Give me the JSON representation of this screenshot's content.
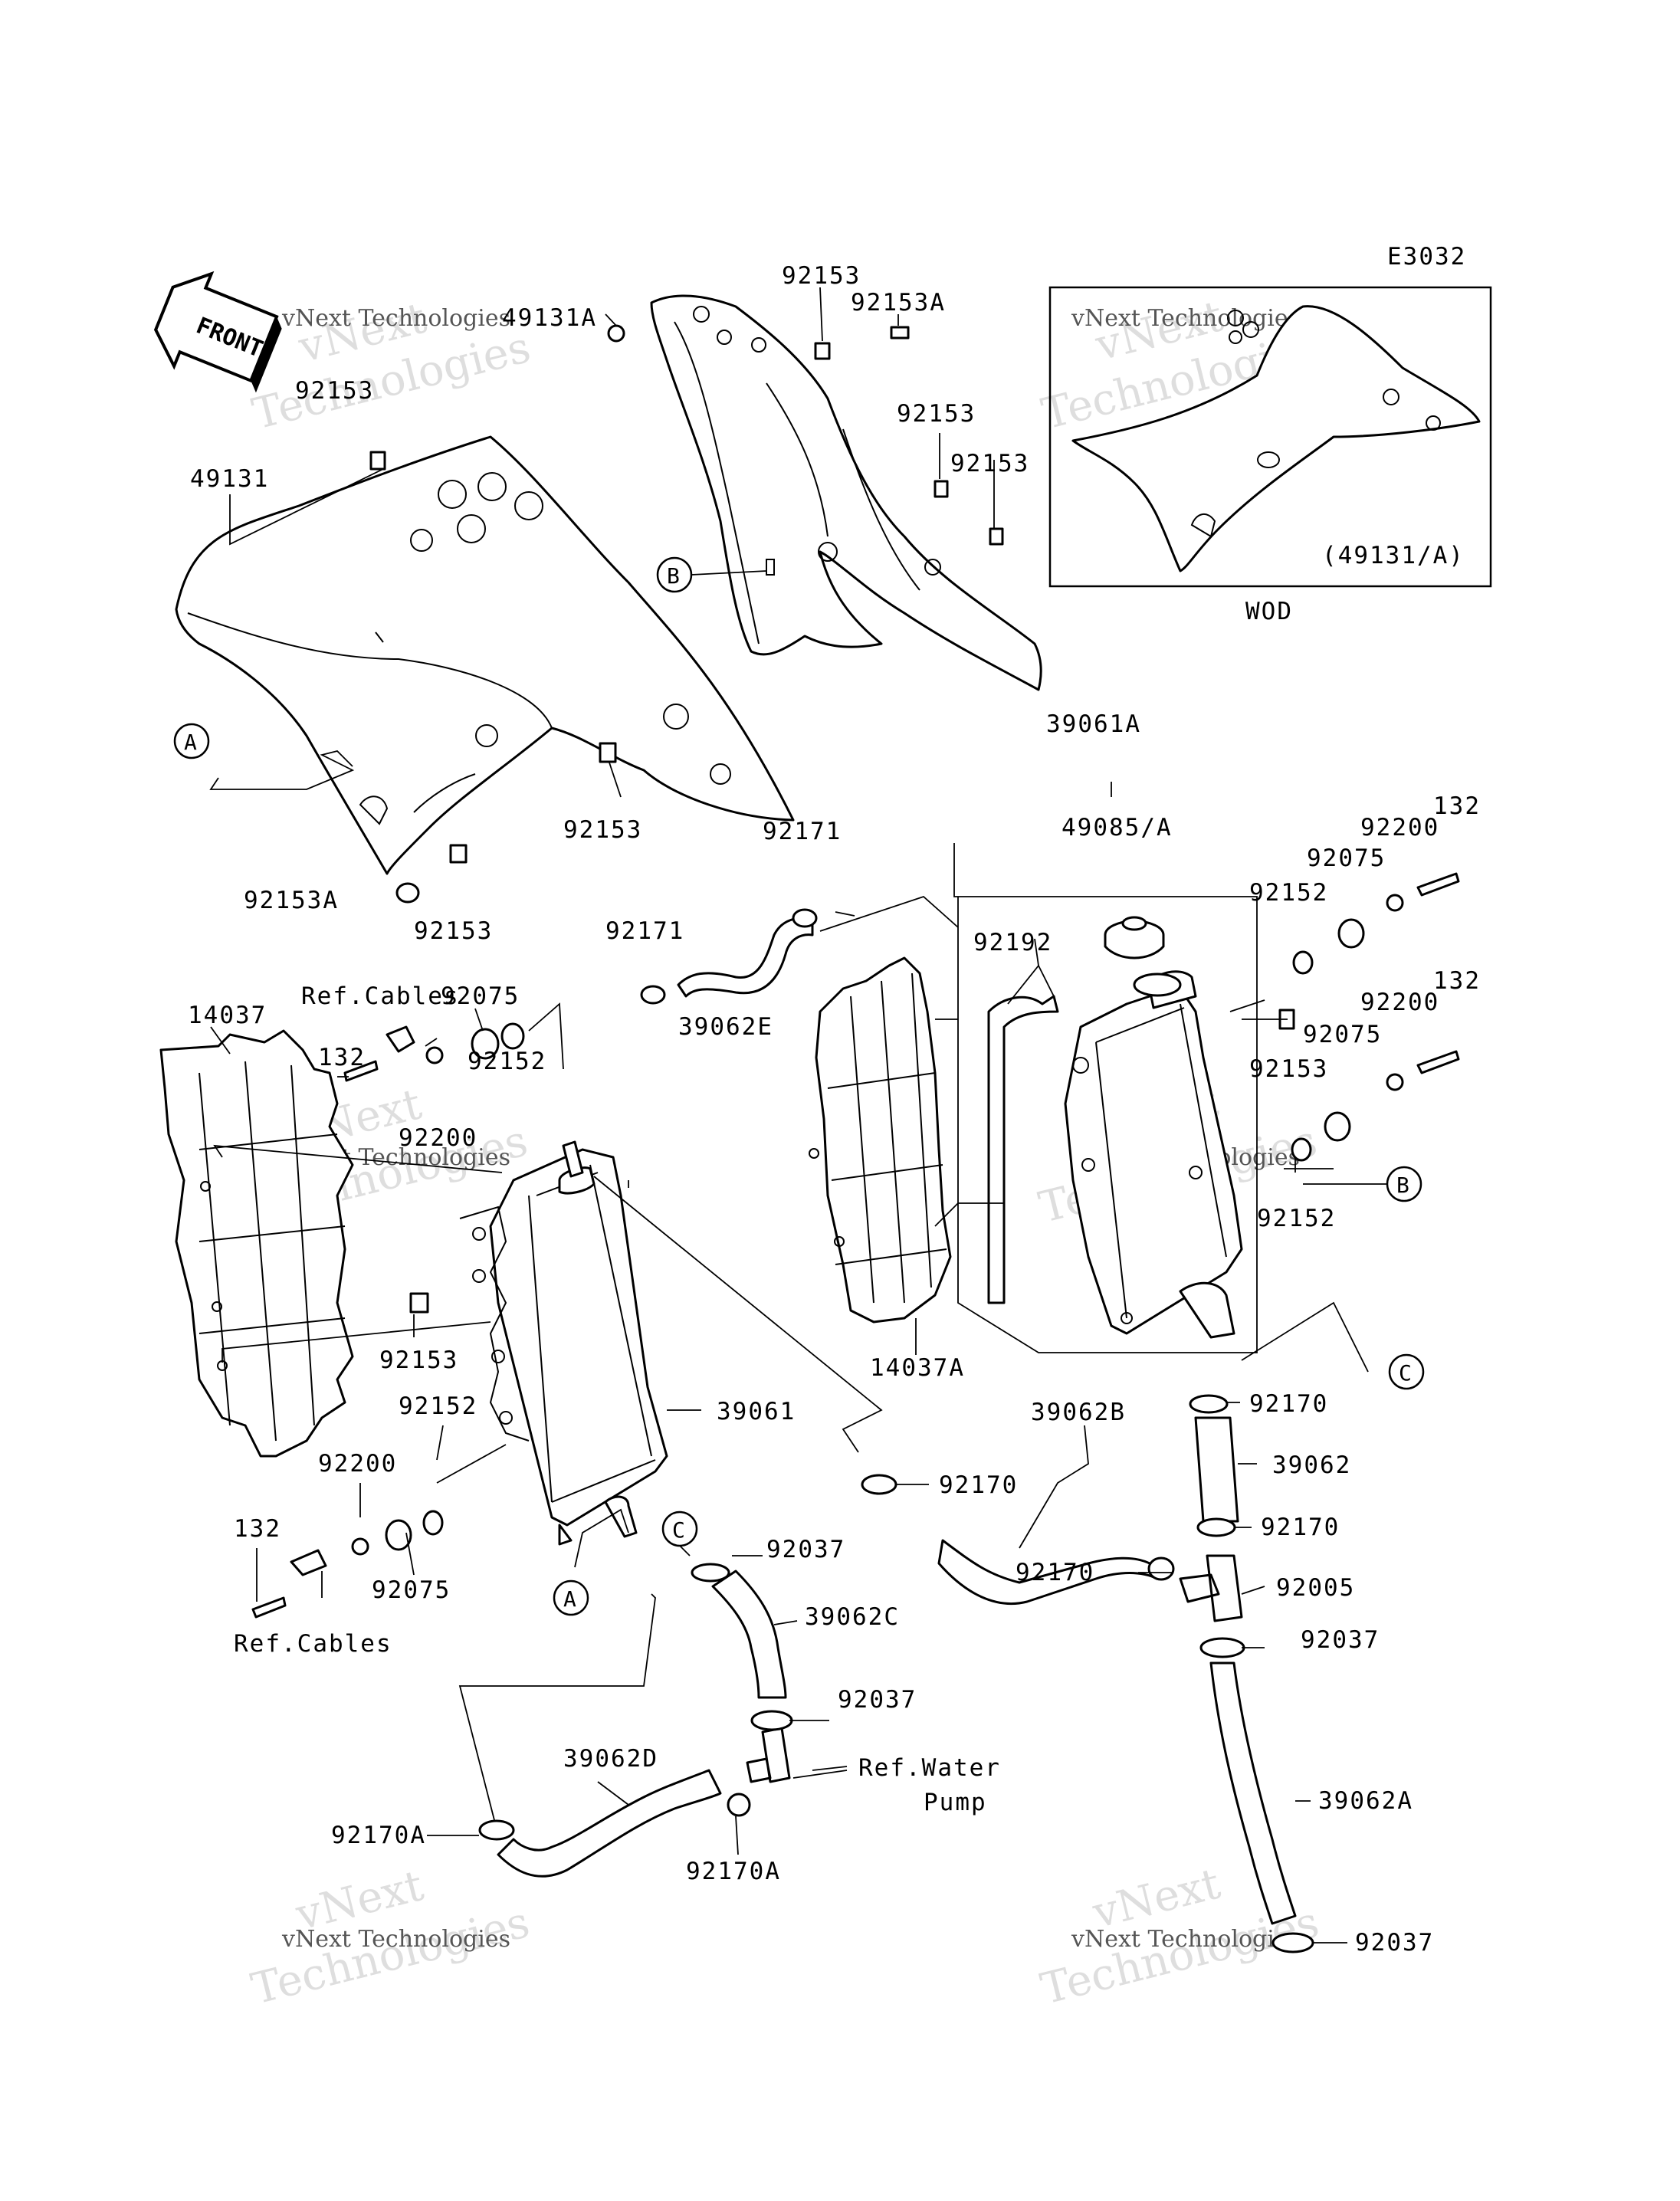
{
  "diagram": {
    "code": "E3032",
    "front_badge": "FRONT",
    "inset_caption": "(49131/A)",
    "inset_label": "WOD",
    "watermark_line1": "vNext",
    "watermark_line2": "Technologies",
    "watermark_small": "vNext Technologies"
  },
  "labels": {
    "p_49131A": "49131A",
    "p_92153_a": "92153",
    "p_92153A_a": "92153A",
    "p_92153_b": "92153",
    "p_92153_c": "92153",
    "p_92153_d": "92153",
    "p_49131": "49131",
    "p_92153_e": "92153",
    "p_92153A_b": "92153A",
    "p_92153_f": "92153",
    "p_39061A": "39061A",
    "p_49085A": "49085/A",
    "p_92171_a": "92171",
    "p_92171_b": "92171",
    "p_92192": "92192",
    "p_39062E": "39062E",
    "p_132_a": "132",
    "p_92200_a": "92200",
    "p_92075_a": "92075",
    "p_92152_a": "92152",
    "p_132_b": "132",
    "p_92200_b": "92200",
    "p_92075_b": "92075",
    "p_92153_g": "92153",
    "p_92152_b": "92152",
    "p_14037": "14037",
    "p_refcables_a": "Ref.Cables",
    "p_92075_c": "92075",
    "p_132_c": "132",
    "p_92152_c": "92152",
    "p_92200_c": "92200",
    "p_92153_h": "92153",
    "p_14037A": "14037A",
    "p_92152_d": "92152",
    "p_39061": "39061",
    "p_92200_d": "92200",
    "p_92075_d": "92075",
    "p_132_d": "132",
    "p_refcables_b": "Ref.Cables",
    "p_92170_a": "92170",
    "p_39062B": "39062B",
    "p_39062": "39062",
    "p_92170_b": "92170",
    "p_92170_c": "92170",
    "p_92170_d": "92170",
    "p_92005": "92005",
    "p_92037_a": "92037",
    "p_39062C": "39062C",
    "p_92037_b": "92037",
    "p_92037_c": "92037",
    "p_39062D": "39062D",
    "p_refwater_1": "Ref.Water",
    "p_refwater_2": "Pump",
    "p_92170A_a": "92170A",
    "p_92170A_b": "92170A",
    "p_39062A": "39062A",
    "p_92037_d": "92037"
  },
  "callouts": {
    "A": "A",
    "B": "B",
    "C": "C"
  }
}
